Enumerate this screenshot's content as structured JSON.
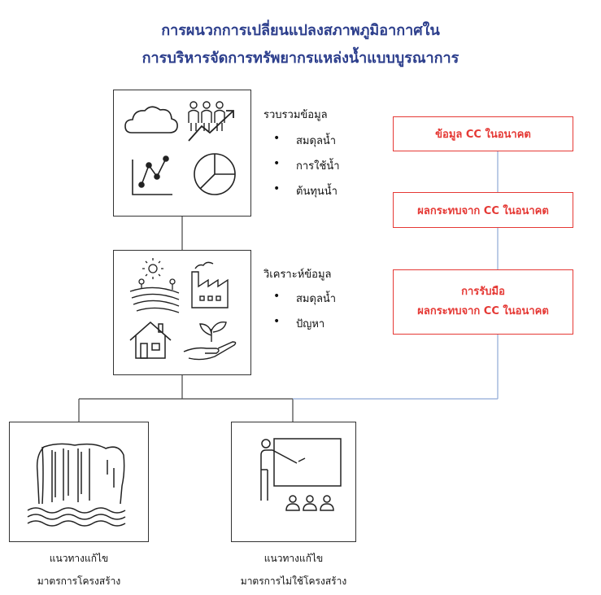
{
  "title": {
    "line1": "การผนวกการเปลี่ยนแปลงสภาพภูมิอากาศใน",
    "line2": "การบริหารจัดการทรัพยากรแหล่งน้ำแบบบูรณาการ"
  },
  "collect": {
    "heading": "รวบรวมข้อมูล",
    "items": [
      "สมดุลน้ำ",
      "การใช้น้ำ",
      "ต้นทุนน้ำ"
    ]
  },
  "analyze": {
    "heading": "วิเคราะห์ข้อมูล",
    "items": [
      "สมดุลน้ำ",
      "ปัญหา"
    ]
  },
  "cc_boxes": {
    "box1": "ข้อมูล CC ในอนาคต",
    "box2": "ผลกระทบจาก CC ในอนาคต",
    "box3_line1": "การรับมือ",
    "box3_line2": "ผลกระทบจาก CC ในอนาคต"
  },
  "structural": {
    "line1": "แนวทางแก้ไข",
    "line2": "มาตรการโครงสร้าง"
  },
  "nonstructural": {
    "line1": "แนวทางแก้ไข",
    "line2": "มาตรการไม่ใช้โครงสร้าง"
  },
  "colors": {
    "title": "#2c3e8c",
    "cc_box": "#e53935",
    "connector_blue": "#8fa9d6"
  },
  "icons": [
    "cloud-icon",
    "people-growth-icon",
    "line-chart-icon",
    "pie-chart-icon",
    "farm-sun-icon",
    "factory-icon",
    "house-icon",
    "plant-hand-icon",
    "waterfall-icon",
    "teacher-icon"
  ]
}
